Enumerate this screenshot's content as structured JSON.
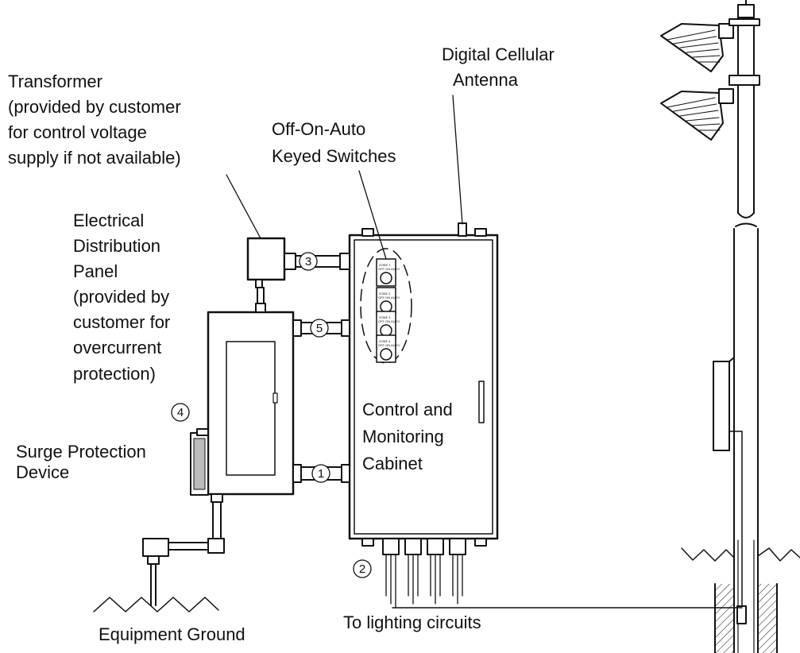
{
  "diagram": {
    "labels": {
      "transformer": [
        "Transformer",
        "(provided by customer",
        "for control voltage",
        "supply if not available)"
      ],
      "antenna": [
        "Digital Cellular",
        "Antenna"
      ],
      "switches": [
        "Off-On-Auto",
        "Keyed Switches"
      ],
      "panel": [
        "Electrical",
        "Distribution",
        "Panel",
        "(provided by",
        "customer for",
        "overcurrent",
        "protection)"
      ],
      "surge": [
        "Surge Protection",
        "Device"
      ],
      "cabinet": [
        "Control and",
        "Monitoring",
        "Cabinet"
      ],
      "ground": "Equipment Ground",
      "circuits": "To lighting circuits"
    },
    "callouts": {
      "c1": "1",
      "c2": "2",
      "c3": "3",
      "c4": "4",
      "c5": "5"
    },
    "switch_text": [
      [
        "ZONE 1",
        "OFF ON AUTO"
      ],
      [
        "ZONE 2",
        "OFF ON AUTO"
      ],
      [
        "ZONE 3",
        "OFF ON AUTO"
      ],
      [
        "ZONE 4",
        "OFF ON AUTO"
      ]
    ],
    "colors": {
      "line": "#111111",
      "background": "#ffffff"
    }
  }
}
